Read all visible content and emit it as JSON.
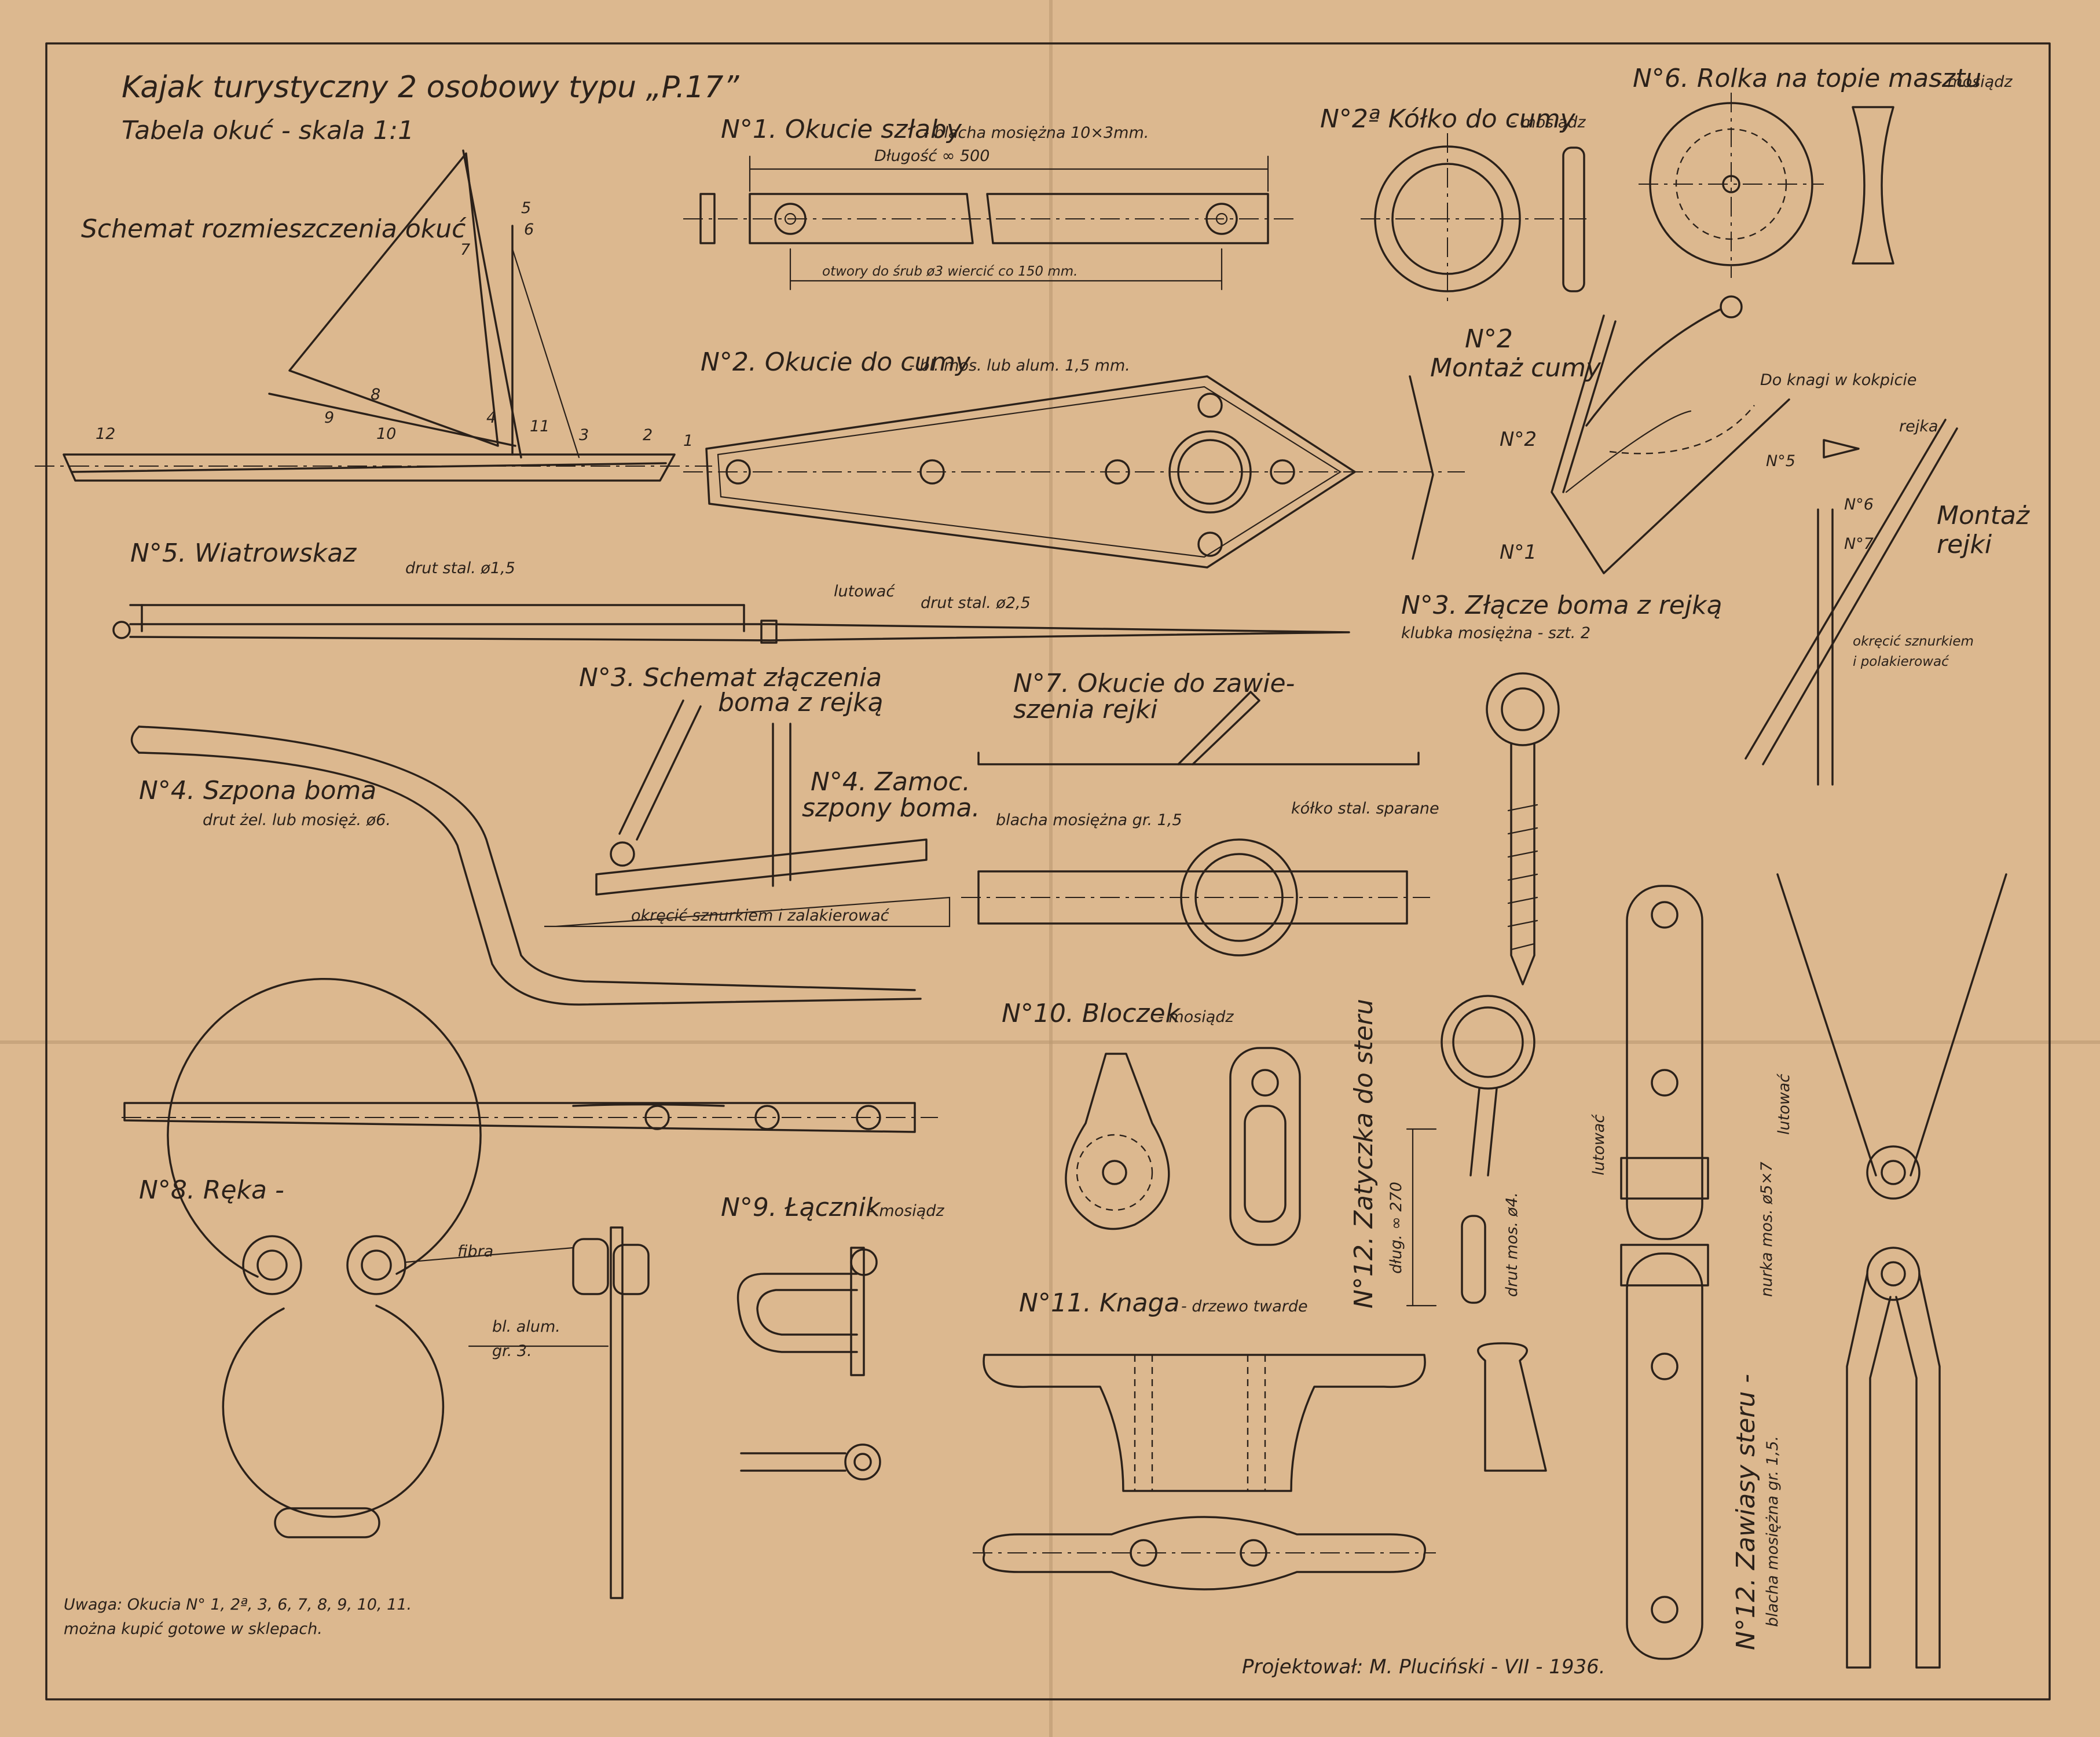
{
  "title": "Kajak turystyczny 2 osobowy typu „P.17”",
  "subtitle": "Tabela okuć - skala 1:1",
  "schema": {
    "label": "Schemat rozmieszczenia okuć",
    "markers": [
      "1",
      "2",
      "3",
      "4",
      "5",
      "6",
      "7",
      "8",
      "9",
      "10",
      "11",
      "12"
    ]
  },
  "parts": {
    "p1": {
      "title": "N°1. Okucie szłaby",
      "material": "- blacha mosiężna 10×3mm.",
      "length": "Długość ∞ 500",
      "holes": "otwory do śrub ø3 wiercić co 150 mm."
    },
    "p2a": {
      "title": "N°2. Okucie do cumy",
      "material": "- bl. mos. lub alum. 1,5 mm."
    },
    "p2b": {
      "title": "N°2ª Kółko do cumy",
      "material": "- mosiądz"
    },
    "p2c": {
      "title": "N°2",
      "subtitle": "Montaż cumy",
      "label1": "N°2",
      "label2": "N°1",
      "note": "Do knagi w kokpicie"
    },
    "p3a": {
      "title": "N°3. Złącze boma z rejką",
      "material": "klubka mosiężna - szt. 2"
    },
    "p3b": {
      "title": "N°3. Schemat złączenia",
      "title2": "boma z rejką",
      "note": "okręcić sznurkiem i zalakierować"
    },
    "p4a": {
      "title": "N°4. Szpona boma",
      "material": "drut żel. lub mosięż. ø6."
    },
    "p4b": {
      "title": "N°4. Zamoc.",
      "title2": "szpony boma."
    },
    "p5": {
      "title": "N°5. Wiatrowskaz",
      "wire1": "drut stal. ø1,5",
      "solder": "lutować",
      "wire2": "drut stal. ø2,5"
    },
    "p6": {
      "title": "N°6. Rolka na topie masztu",
      "material": "- mosiądz"
    },
    "p6m": {
      "title": "Montaż",
      "title2": "rejki",
      "rejka": "rejka",
      "n5": "N°5",
      "n6": "N°6",
      "n7": "N°7",
      "note1": "okręcić sznurkiem",
      "note2": "i polakierować"
    },
    "p7": {
      "title": "N°7. Okucie do zawie-",
      "title2": "szenia rejki",
      "material": "blacha mosiężna gr. 1,5",
      "ring": "kółko stal. sparane"
    },
    "p8": {
      "title": "N°8. Ręka -",
      "fibra": "fibra",
      "alum1": "bl. alum.",
      "alum2": "gr. 3."
    },
    "p9": {
      "title": "N°9. Łącznik",
      "material": "- mosiądz"
    },
    "p10": {
      "title": "N°10. Bloczek",
      "material": "- mosiądz"
    },
    "p11": {
      "title": "N°11. Knaga",
      "material": "- drzewo twarde"
    },
    "p12a": {
      "title": "N°12. Zatyczka do steru",
      "length": "dług. ∞ 270",
      "wire": "drut mos. ø4."
    },
    "p12b": {
      "title": "N°12. Zawiasy steru -",
      "material": "blacha mosiężna gr. 1,5.",
      "rivet": "nurka mos. ø5×7",
      "solder1": "lutować",
      "solder2": "lutować"
    }
  },
  "note": {
    "line1": "Uwaga: Okucia N° 1, 2ª, 3, 6, 7, 8, 9, 10, 11.",
    "line2": "można kupić gotowe w sklepach."
  },
  "signature": "Projektował: M. Pluciński - VII - 1936."
}
